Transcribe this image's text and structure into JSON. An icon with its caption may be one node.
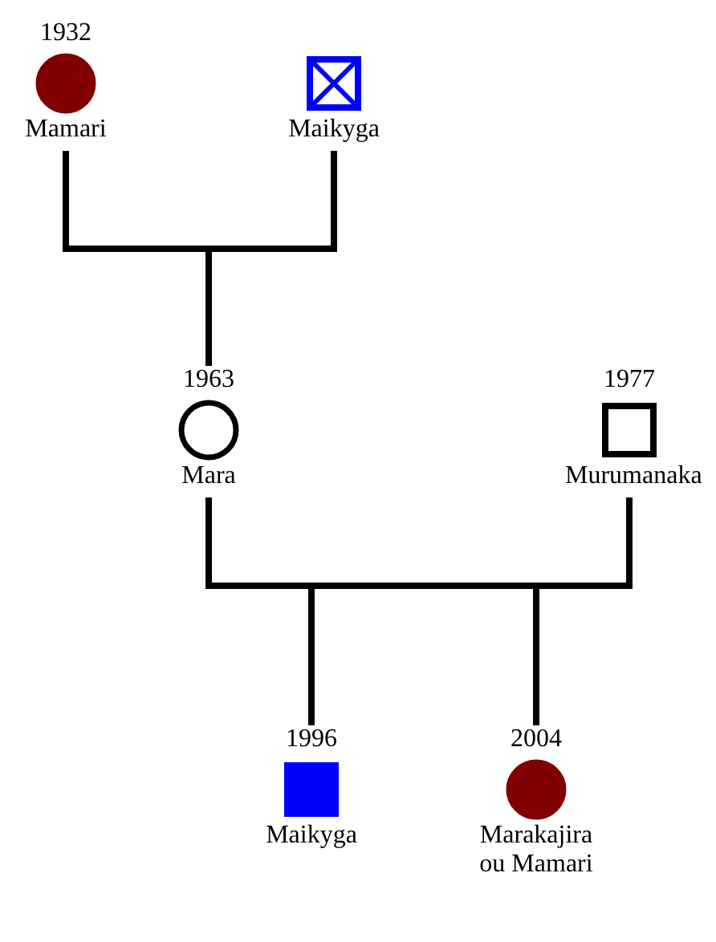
{
  "diagram": {
    "nodes": [
      {
        "text": [
          "1932",
          "Mamari"
        ]
      },
      {
        "text": [
          "Maikyga"
        ]
      },
      {
        "text": [
          "1963",
          "Mara"
        ]
      },
      {
        "text": [
          "1977",
          "Murumanaka"
        ]
      },
      {
        "text": [
          "1996",
          "Maikyga"
        ]
      },
      {
        "text": [
          "2004",
          "Marakajira ou Mamari"
        ]
      }
    ],
    "edges": [
      {
        "from": 0,
        "to": 2,
        "arrow": "none"
      },
      {
        "from": 1,
        "to": 2,
        "arrow": "none"
      },
      {
        "from": 2,
        "to": 4,
        "arrow": "none"
      },
      {
        "from": 3,
        "to": 4,
        "arrow": "none"
      },
      {
        "from": 2,
        "to": 5,
        "arrow": "none"
      },
      {
        "from": 3,
        "to": 5,
        "arrow": "none"
      }
    ]
  }
}
